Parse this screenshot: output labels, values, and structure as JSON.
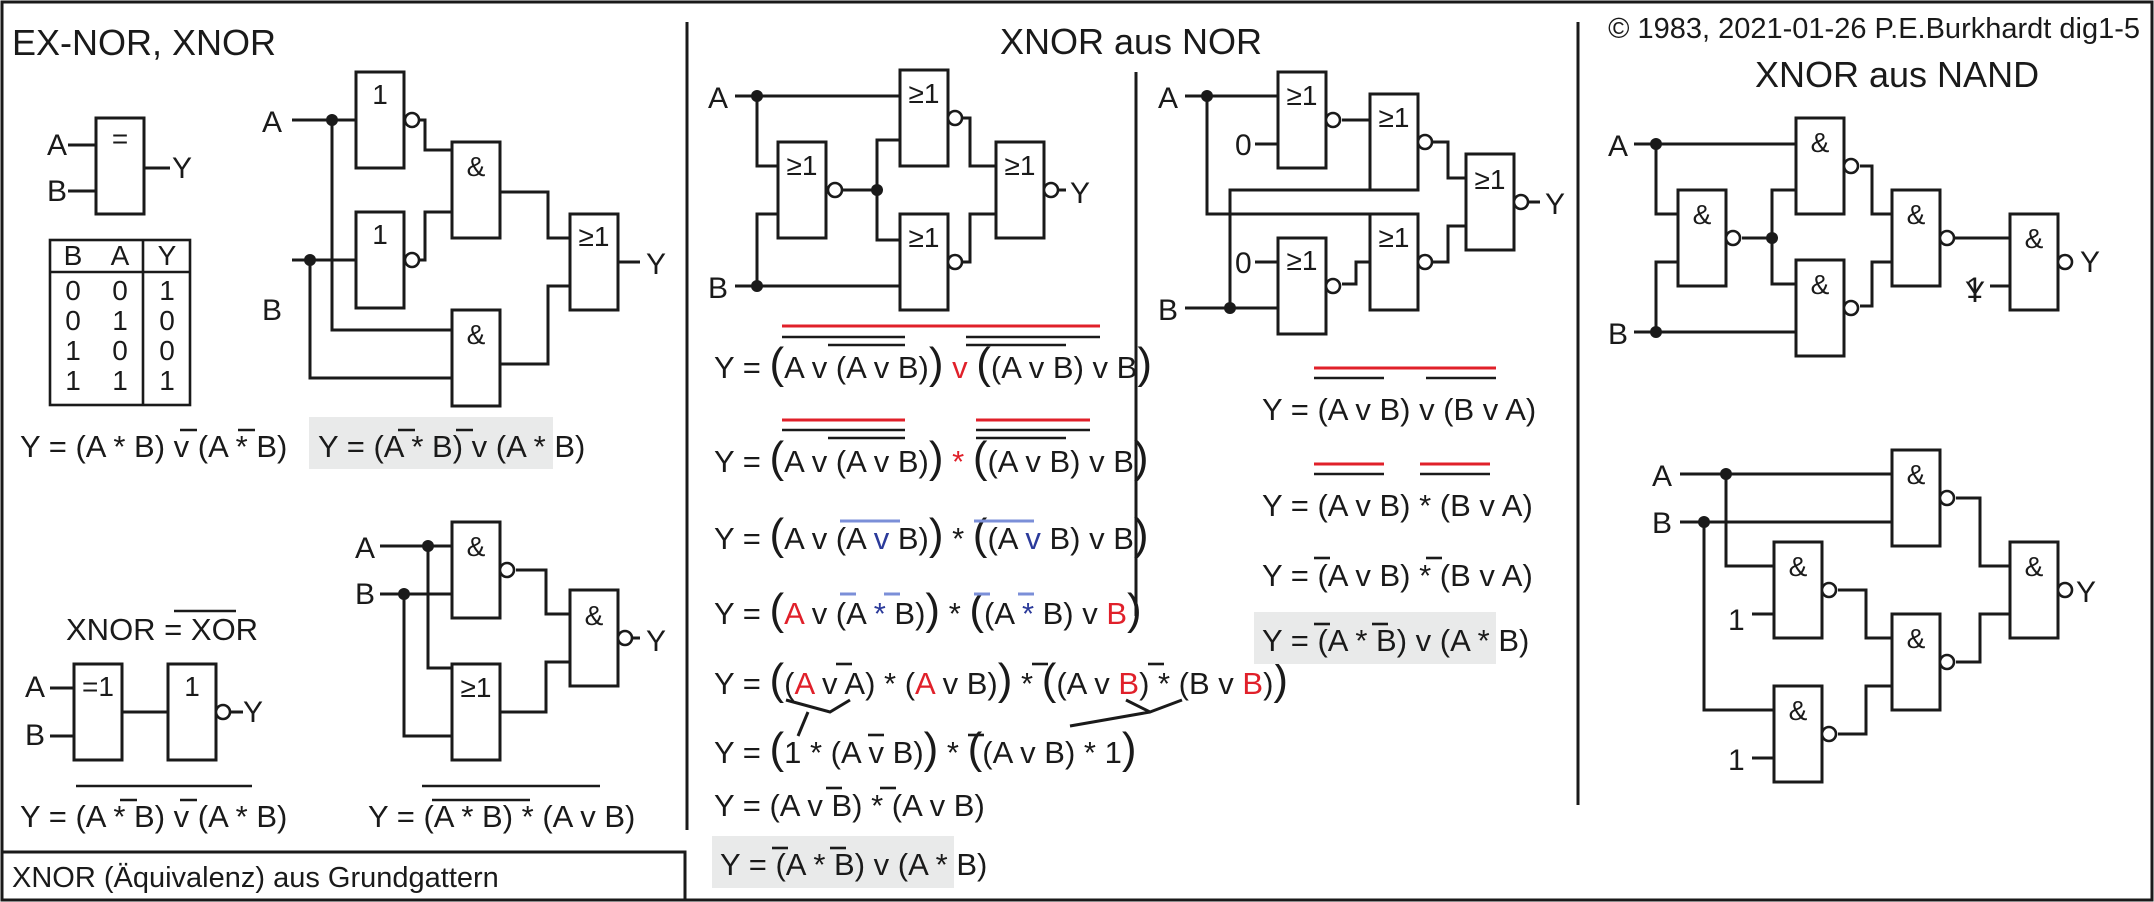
{
  "headings": {
    "left_title": "EX-NOR, XNOR",
    "middle_title": "XNOR aus NOR",
    "right_title": "XNOR aus NAND",
    "copyright": "© 1983, 2021-01-26 P.E.Burkhardt dig1-5",
    "footer": "XNOR (Äquivalenz) aus Grundgattern"
  },
  "gate_labels": {
    "equivalence": "=",
    "not": "1",
    "and": "&",
    "or": "≥1",
    "xor": "=1"
  },
  "signals": {
    "a": "A",
    "b": "B",
    "y": "Y",
    "zero": "0",
    "one": "1"
  },
  "truth_table": {
    "headers": [
      "B",
      "A",
      "Y"
    ],
    "rows": [
      [
        "0",
        "0",
        "1"
      ],
      [
        "0",
        "1",
        "0"
      ],
      [
        "1",
        "0",
        "0"
      ],
      [
        "1",
        "1",
        "1"
      ]
    ]
  },
  "left_formulas": {
    "f1": "Y = (A * B) v (A * B)",
    "f2": "Y = (A * B) v (A * B)",
    "xnor_def": "XNOR = XOR",
    "f3": "Y = (A * B) v (A * B)",
    "f4": "Y = (A * B) * (A v B)"
  },
  "nor_derivation": [
    "Y = ",
    "Y = ",
    "Y = ",
    "Y = ",
    "Y = ",
    "Y = ",
    "Y = (A v B) * (A v B)",
    "Y = (A * B) v (A * B)"
  ],
  "nor_small": {
    "f1": "Y = (A v B) v (B v A)",
    "f2": "Y = (A v B) * (B v A)",
    "f3": "Y = (A v B) * (B v A)",
    "f4": "Y = (A * B) v (A * B)"
  }
}
